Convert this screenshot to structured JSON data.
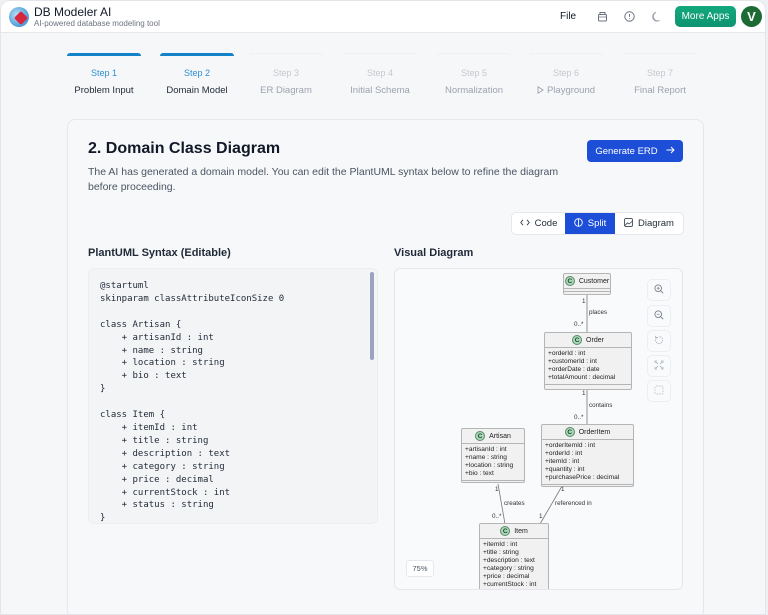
{
  "header": {
    "app_title": "DB Modeler AI",
    "app_subtitle": "AI-powered database modeling tool",
    "file_menu": "File",
    "icons": [
      "save-icon",
      "history-icon",
      "dark-mode-icon"
    ],
    "more_apps_label": "More Apps",
    "avatar_initial": "V"
  },
  "stepper": {
    "steps": [
      {
        "num": "Step 1",
        "label": "Problem Input",
        "state": "done"
      },
      {
        "num": "Step 2",
        "label": "Domain Model",
        "state": "done"
      },
      {
        "num": "Step 3",
        "label": "ER Diagram",
        "state": "todo"
      },
      {
        "num": "Step 4",
        "label": "Initial Schema",
        "state": "todo"
      },
      {
        "num": "Step 5",
        "label": "Normalization",
        "state": "todo"
      },
      {
        "num": "Step 6",
        "label": "Playground",
        "state": "todo",
        "icon": "play-icon"
      },
      {
        "num": "Step 7",
        "label": "Final Report",
        "state": "todo"
      }
    ]
  },
  "main": {
    "title": "2. Domain Class Diagram",
    "description": "The AI has generated a domain model. You can edit the PlantUML syntax below to refine the diagram before proceeding.",
    "generate_button": "Generate ERD",
    "view_toggle": {
      "options": [
        "Code",
        "Split",
        "Diagram"
      ],
      "selected": "Split"
    },
    "code_label": "PlantUML Syntax (Editable)",
    "diagram_label": "Visual Diagram",
    "code": "@startuml\nskinparam classAttributeIconSize 0\n\nclass Artisan {\n    + artisanId : int\n    + name : string\n    + location : string\n    + bio : text\n}\n\nclass Item {\n    + itemId : int\n    + title : string\n    + description : text\n    + category : string\n    + price : decimal\n    + currentStock : int\n    + status : string\n}",
    "zoom_level": "75%",
    "zoom_controls": [
      "zoom-in-icon",
      "zoom-out-icon",
      "reset-icon",
      "fit-icon",
      "fullscreen-icon"
    ]
  },
  "diagram": {
    "classes": {
      "customer": {
        "name": "Customer",
        "attrs": []
      },
      "order": {
        "name": "Order",
        "attrs": [
          "+orderId : int",
          "+customerId : int",
          "+orderDate : date",
          "+totalAmount : decimal"
        ]
      },
      "artisan": {
        "name": "Artisan",
        "attrs": [
          "+artisanId : int",
          "+name : string",
          "+location : string",
          "+bio : text"
        ]
      },
      "orderitem": {
        "name": "OrderItem",
        "attrs": [
          "+orderItemId : int",
          "+orderId : int",
          "+itemId : int",
          "+quantity : int",
          "+purchasePrice : decimal"
        ]
      },
      "item": {
        "name": "Item",
        "attrs": [
          "+itemId : int",
          "+title : string",
          "+description : text",
          "+category : string",
          "+price : decimal",
          "+currentStock : int"
        ]
      }
    },
    "relations": [
      {
        "label": "places",
        "from_mult": "1",
        "to_mult": "0..*"
      },
      {
        "label": "contains",
        "from_mult": "1",
        "to_mult": "0..*"
      },
      {
        "label": "creates",
        "from_mult": "1",
        "to_mult": "0..*"
      },
      {
        "label": "referenced in",
        "from_mult": "1",
        "to_mult": "1"
      }
    ]
  }
}
